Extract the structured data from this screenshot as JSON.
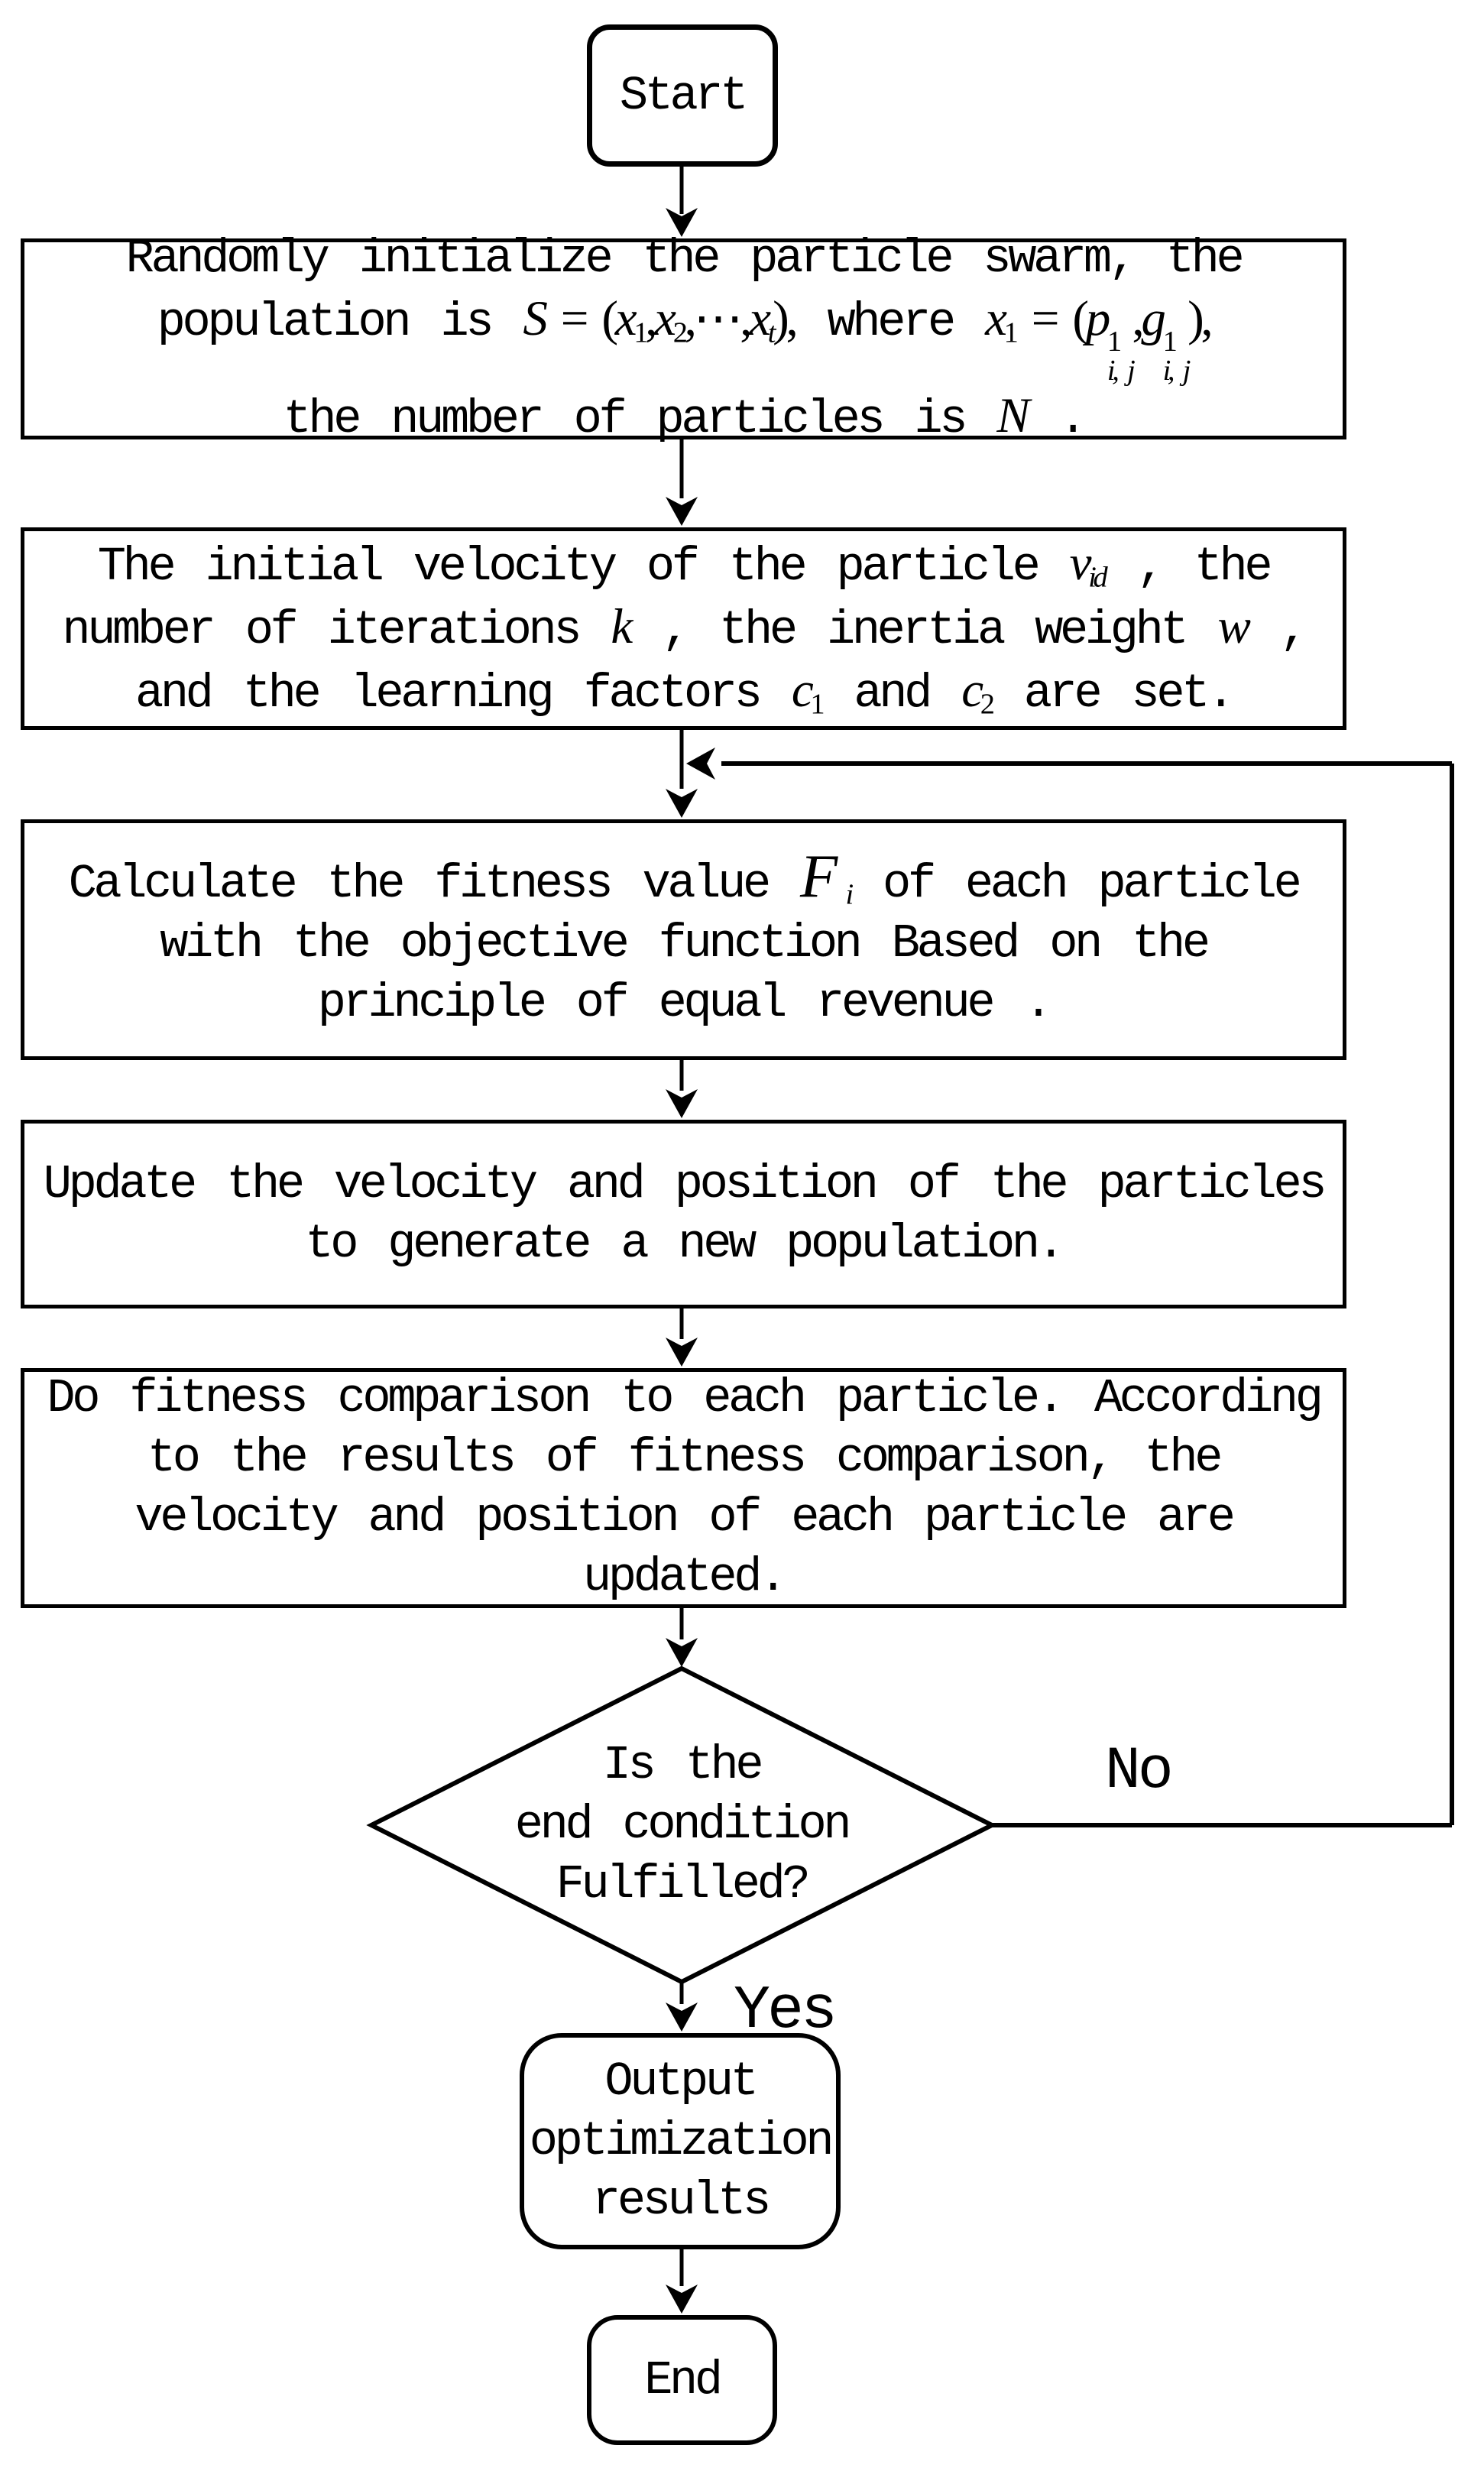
{
  "colors": {
    "ink": "#000000",
    "background": "#ffffff"
  },
  "flowchart": {
    "start": "Start",
    "end": "End",
    "branch_no": "No",
    "branch_yes": "Yes",
    "init_box": {
      "lines": [
        [
          {
            "t": "Randomly initialize the particle swarm, the"
          }
        ],
        [
          {
            "t": "population is "
          },
          {
            "t": "S",
            "s": "i"
          },
          {
            "t": " = (",
            "s": "r"
          },
          {
            "t": "x",
            "s": "i"
          },
          {
            "t": "1",
            "s": "sub"
          },
          {
            "t": ",",
            "s": "r"
          },
          {
            "t": "x",
            "s": "i"
          },
          {
            "t": "2",
            "s": "sub"
          },
          {
            "t": ",⋯,",
            "s": "r"
          },
          {
            "t": "x",
            "s": "i"
          },
          {
            "t": "t",
            "s": "subi"
          },
          {
            "t": "),",
            "s": "r"
          },
          {
            "t": " where "
          },
          {
            "t": "x",
            "s": "i"
          },
          {
            "t": "1",
            "s": "sub"
          },
          {
            "t": " = (",
            "s": "r"
          },
          {
            "t": "p",
            "s": "i"
          },
          {
            "t": "1|i, j",
            "s": "ss"
          },
          {
            "t": ",",
            "s": "r"
          },
          {
            "t": "g",
            "s": "i"
          },
          {
            "t": "1|i, j",
            "s": "ss"
          },
          {
            "t": "),",
            "s": "r"
          }
        ],
        [
          {
            "t": "the number of particles is "
          },
          {
            "t": "N",
            "s": "i"
          },
          {
            "t": " ."
          }
        ]
      ]
    },
    "params_box": {
      "lines": [
        [
          {
            "t": "The initial velocity of the particle "
          },
          {
            "t": "v",
            "s": "i"
          },
          {
            "t": "id",
            "s": "subi"
          },
          {
            "t": " , the"
          }
        ],
        [
          {
            "t": "number of iterations "
          },
          {
            "t": "k",
            "s": "i"
          },
          {
            "t": " , the inertia weight "
          },
          {
            "t": "w",
            "s": "i"
          },
          {
            "t": " ,"
          }
        ],
        [
          {
            "t": "and the learning factors "
          },
          {
            "t": "c",
            "s": "i"
          },
          {
            "t": "1",
            "s": "sub"
          },
          {
            "t": " and "
          },
          {
            "t": "c",
            "s": "i"
          },
          {
            "t": "2",
            "s": "sub"
          },
          {
            "t": " are set."
          }
        ]
      ]
    },
    "fitness_box": {
      "lines": [
        [
          {
            "t": "Calculate the fitness value "
          },
          {
            "t": "F",
            "s": "I"
          },
          {
            "t": " i",
            "s": "subi"
          },
          {
            "t": " of each particle"
          }
        ],
        [
          {
            "t": "with the objective function Based on the"
          }
        ],
        [
          {
            "t": "principle of equal revenue ."
          }
        ]
      ]
    },
    "update_box": {
      "lines": [
        [
          {
            "t": "Update the velocity and position of the particles"
          }
        ],
        [
          {
            "t": "to generate a new population."
          }
        ]
      ]
    },
    "comparison_box": {
      "lines": [
        [
          {
            "t": "Do fitness comparison to each particle. According"
          }
        ],
        [
          {
            "t": "to the results of fitness comparison, the"
          }
        ],
        [
          {
            "t": "velocity and position of each particle are"
          }
        ],
        [
          {
            "t": "updated."
          }
        ]
      ]
    },
    "decision": {
      "lines": [
        [
          {
            "t": "Is the"
          }
        ],
        [
          {
            "t": "end condition"
          }
        ],
        [
          {
            "t": "Fulfilled?"
          }
        ]
      ]
    },
    "output_box": {
      "lines": [
        [
          {
            "t": "Output"
          }
        ],
        [
          {
            "t": "optimization"
          }
        ],
        [
          {
            "t": "results"
          }
        ]
      ]
    }
  }
}
